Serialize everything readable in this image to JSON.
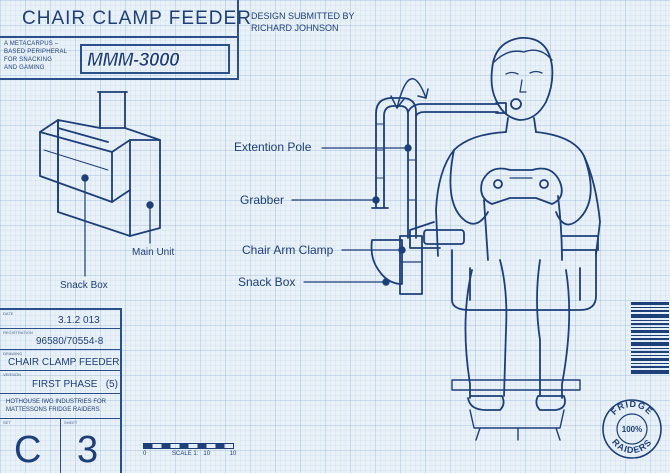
{
  "sheet": {
    "title": "CHAIR CLAMP FEEDER",
    "subtitle": [
      "A METACARPUS –",
      "BASED PERIPHERAL",
      "FOR SNACKING",
      "AND GAMING"
    ],
    "logo_text": "MMM-3000"
  },
  "designer": {
    "line1": "DESIGN SUBMITTED BY",
    "line2": "RICHARD JOHNSON"
  },
  "callouts": {
    "main_unit": "Main Unit",
    "snack_box_left": "Snack Box",
    "extention_pole": "Extention Pole",
    "grabber": "Grabber",
    "chair_arm_clamp": "Chair Arm Clamp",
    "snack_box_right": "Snack Box"
  },
  "title_block": {
    "date_label": "DATE",
    "date": "3.1.2 013",
    "registration_label": "REGISTRATION",
    "registration": "96580/70554-8",
    "drawing_label": "DRAWING",
    "drawing": "CHAIR CLAMP FEEDER",
    "version_label": "VERSION",
    "version": "FIRST PHASE   (5)",
    "company_line1": "HOTHOUSE IWG INDUSTRIES FOR",
    "company_line2": "MATTESSONS FRIDGE RAIDERS",
    "set_label": "SET",
    "set": "C",
    "sheet_label": "SHEET",
    "sheet_no": "3"
  },
  "scale": {
    "start": "0",
    "label": "SCALE 1:   10",
    "end": "10"
  },
  "badge": {
    "top_text": "FRIDGE",
    "bottom_text": "RAIDERS",
    "center_text": "100%"
  },
  "colors": {
    "ink": "#1d3f7a",
    "paper": "#e9f1f8"
  }
}
